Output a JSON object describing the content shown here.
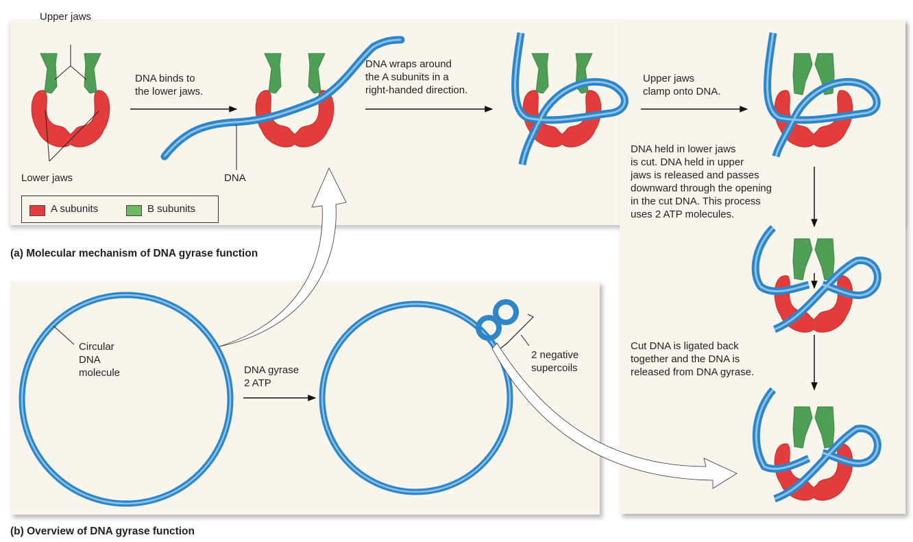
{
  "figure": {
    "panel_a": {
      "caption": "(a) Molecular mechanism of DNA gyrase function",
      "labels": {
        "upper_jaws": "Upper jaws",
        "lower_jaws": "Lower jaws",
        "dna": "DNA"
      },
      "steps": [
        "DNA binds to\nthe lower jaws.",
        "DNA wraps around\nthe A subunits in a\nright-handed direction.",
        "Upper jaws\nclamp onto DNA.",
        "DNA held in lower jaws\nis cut. DNA held in upper\njaws is released and passes\ndownward through the opening\nin the cut DNA. This process\nuses 2 ATP molecules.",
        "Cut DNA is ligated back\ntogether and the DNA is\nreleased from DNA gyrase."
      ],
      "legend": [
        {
          "label": "A subunits",
          "color": "#e23c3c"
        },
        {
          "label": "B subunits",
          "color": "#6db865"
        }
      ]
    },
    "panel_b": {
      "caption": "(b) Overview of DNA gyrase function",
      "circular_dna_label": "Circular\nDNA\nmolecule",
      "reaction_label": "DNA gyrase\n2 ATP",
      "supercoils_label": "2 negative\nsupercoils"
    },
    "colors": {
      "a_subunit": "#e23c3c",
      "b_subunit": "#4f9e55",
      "dna": "#2f86c6",
      "dna_highlight": "#8cc3ea",
      "panel_bg": "#f7f5ec"
    }
  }
}
